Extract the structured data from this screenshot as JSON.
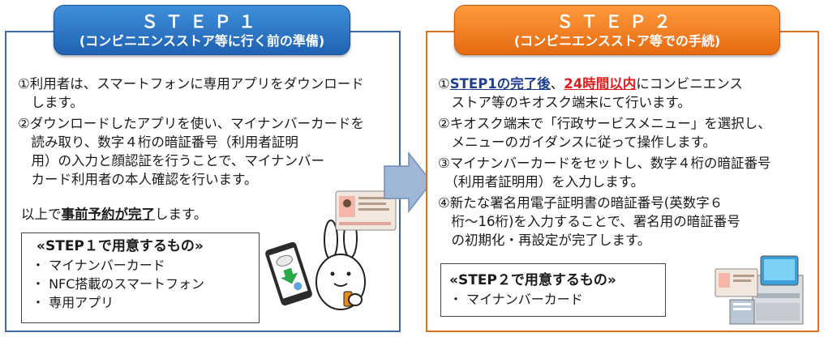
{
  "step1": {
    "header_title": "ＳＴＥＰ１",
    "header_subtitle": "(コンビニエンスストア等に行く前の準備)",
    "lines": [
      "①利用者は、スマートフォンに専用アプリをダウンロード",
      "　します。",
      "②ダウンロードしたアプリを使い、マイナンバーカードを",
      "　読み取り、数字４桁の暗証番号（利用者証明",
      "　用）の入力と顔認証を行うことで、マイナンバー",
      "　カード利用者の本人確認を行います。"
    ],
    "summary_prefix": "以上で",
    "summary_emphasis": "事前予約が完了",
    "summary_suffix": "します。",
    "box_title": "«STEP１で用意するもの»",
    "box_items": [
      "・ マイナンバーカード",
      "・ NFC搭載のスマートフォン",
      "・ 専用アプリ"
    ]
  },
  "step2": {
    "header_title": "ＳＴＥＰ２",
    "header_subtitle": "(コンビニエンスストア等での手続)",
    "item1_num": "①",
    "item1_bold": "STEP1の完了後",
    "item1_sep": "、",
    "item1_red": "24時間以内",
    "item1_rest": "にコンビニエンス",
    "item1_line2": "　ストア等のキオスク端末にて行います。",
    "lines": [
      "②キオスク端末で「行政サービスメニュー」を選択し、",
      "　メニューのガイダンスに従って操作します。",
      "③マイナンバーカードをセットし、数字４桁の暗証番号",
      "　（利用者証明用）を入力します。",
      "④新たな署名用電子証明書の暗証番号(英数字６",
      "　桁～16桁)を入力することで、署名用の暗証番号",
      "　の初期化・再設定が完了します。"
    ],
    "box_title": "«STEP２で用意するもの»",
    "box_items": [
      "・ マイナンバーカード"
    ]
  },
  "colors": {
    "step1_accent": "#3e6aa4",
    "step2_accent": "#e0701c",
    "emphasis_red": "#e21b1b",
    "emphasis_blue": "#1e3f8f",
    "arrow": "#9fb6d6"
  }
}
